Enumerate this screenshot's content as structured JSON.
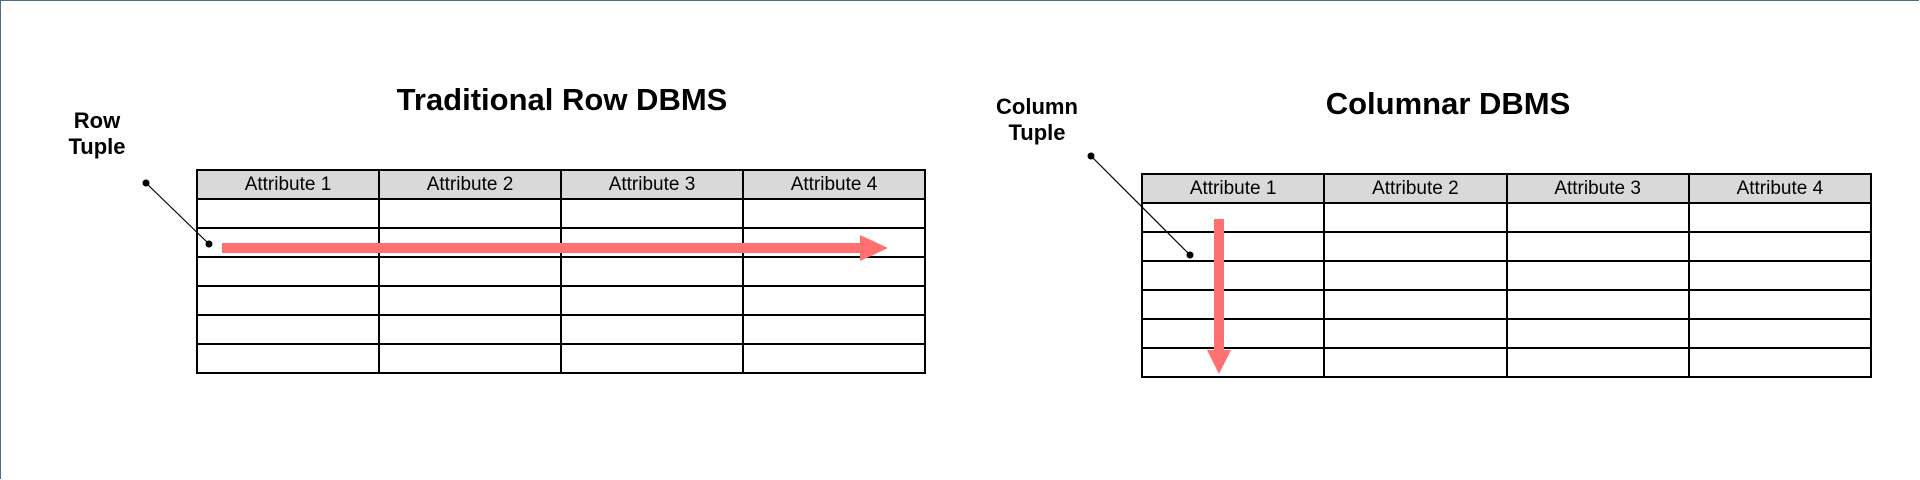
{
  "row_diagram": {
    "title": "Traditional Row DBMS",
    "label_line1": "Row",
    "label_line2": "Tuple",
    "headers": [
      "Attribute 1",
      "Attribute 2",
      "Attribute 3",
      "Attribute 4"
    ],
    "row_count": 6,
    "arrow_color": "#ff7070"
  },
  "column_diagram": {
    "title": "Columnar DBMS",
    "label_line1": "Column",
    "label_line2": "Tuple",
    "headers": [
      "Attribute 1",
      "Attribute 2",
      "Attribute 3",
      "Attribute 4"
    ],
    "row_count": 6,
    "arrow_color": "#ff7070"
  }
}
